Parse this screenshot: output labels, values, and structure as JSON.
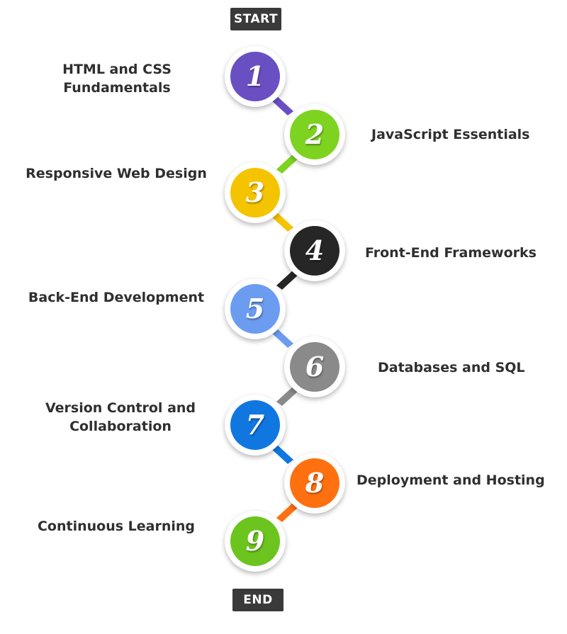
{
  "start_label": "START",
  "end_label": "END",
  "steps": [
    {
      "number": "1",
      "label": "HTML and CSS",
      "label2": "Fundamentals",
      "color": "#6a4fc3"
    },
    {
      "number": "2",
      "label": "JavaScript Essentials",
      "label2": "",
      "color": "#7ed321"
    },
    {
      "number": "3",
      "label": "Responsive Web Design",
      "label2": "",
      "color": "#f5c400"
    },
    {
      "number": "4",
      "label": "Front-End Frameworks",
      "label2": "",
      "color": "#262626"
    },
    {
      "number": "5",
      "label": "Back-End Development",
      "label2": "",
      "color": "#6c9cf0"
    },
    {
      "number": "6",
      "label": "Databases and SQL",
      "label2": "",
      "color": "#8a8a8a"
    },
    {
      "number": "7",
      "label": "Version Control and",
      "label2": "Collaboration",
      "color": "#1177e0"
    },
    {
      "number": "8",
      "label": "Deployment and Hosting",
      "label2": "",
      "color": "#ff7010"
    },
    {
      "number": "9",
      "label": "Continuous Learning",
      "label2": "",
      "color": "#6cc51f"
    }
  ]
}
